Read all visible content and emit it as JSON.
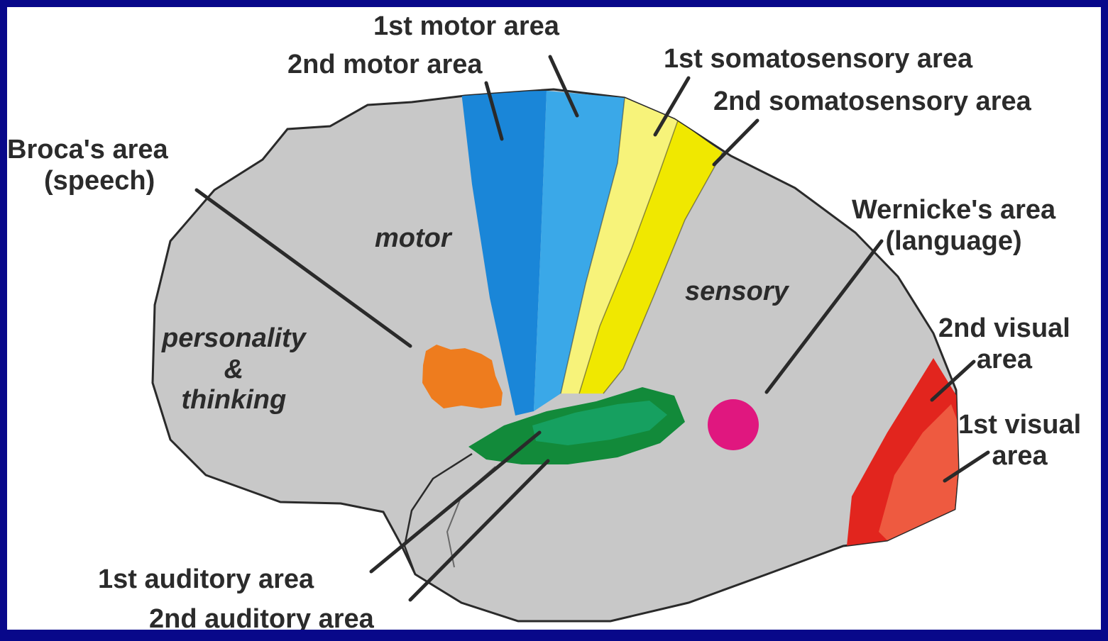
{
  "labels": {
    "motor_1": "1st motor area",
    "motor_2": "2nd motor area",
    "somato_1": "1st somatosensory area",
    "somato_2": "2nd somatosensory area",
    "broca": [
      "Broca's area",
      "(speech)"
    ],
    "wernicke": [
      "Wernicke's area",
      "(language)"
    ],
    "visual_2": [
      "2nd visual",
      "area"
    ],
    "visual_1": [
      "1st visual",
      "area"
    ],
    "auditory_1": "1st auditory area",
    "auditory_2": "2nd auditory area"
  },
  "regions": {
    "motor": "motor",
    "sensory": "sensory",
    "personality": [
      "personality",
      "&",
      "thinking"
    ]
  },
  "colors": {
    "frame": "#08088a",
    "brain": "#c8c8c8",
    "motor_1": "#3aa8e8",
    "motor_2": "#1a86d8",
    "somato_1": "#f7f37a",
    "somato_2": "#f0e800",
    "auditory_1": "#16a060",
    "auditory_2": "#128a3a",
    "broca": "#ee7c1e",
    "wernicke": "#e0177f",
    "visual_2": "#e2251e",
    "visual_1": "#ee5a40"
  }
}
